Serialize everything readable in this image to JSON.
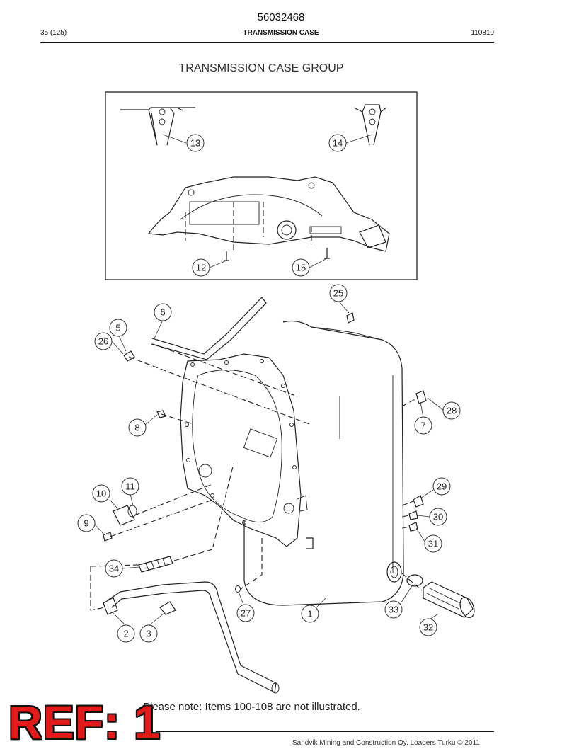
{
  "header": {
    "doc_number": "56032468",
    "page": "35 (125)",
    "section": "TRANSMISSION CASE",
    "code": "110810"
  },
  "figure": {
    "title": "TRANSMISSION CASE GROUP",
    "callouts": [
      "13",
      "14",
      "12",
      "15",
      "25",
      "6",
      "5",
      "26",
      "28",
      "7",
      "8",
      "29",
      "11",
      "10",
      "30",
      "9",
      "31",
      "34",
      "33",
      "27",
      "1",
      "2",
      "3",
      "32"
    ]
  },
  "note": "Please note: Items 100-108 are not illustrated.",
  "stamp": "REF: 1",
  "footer": {
    "copyright": "Sandvik Mining and Construction Oy, Loaders Turku © 2011"
  }
}
